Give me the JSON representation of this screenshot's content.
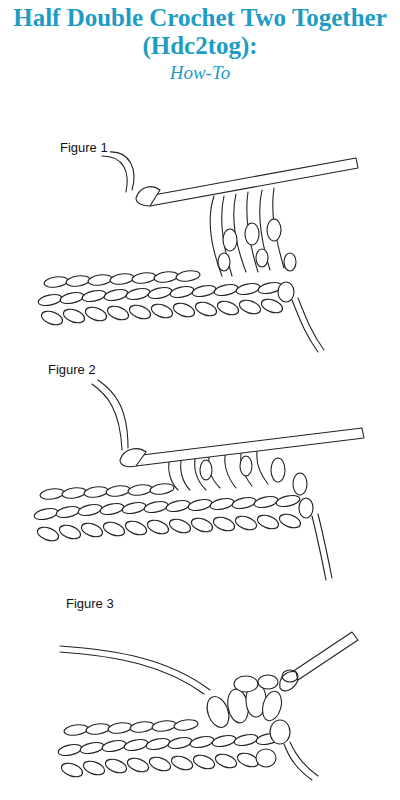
{
  "diagram": {
    "title": "Half Double Crochet Two Together (Hdc2tog):",
    "labels": [
      "How-To",
      "Figure 1",
      "Figure 2",
      "Figure 3"
    ]
  }
}
